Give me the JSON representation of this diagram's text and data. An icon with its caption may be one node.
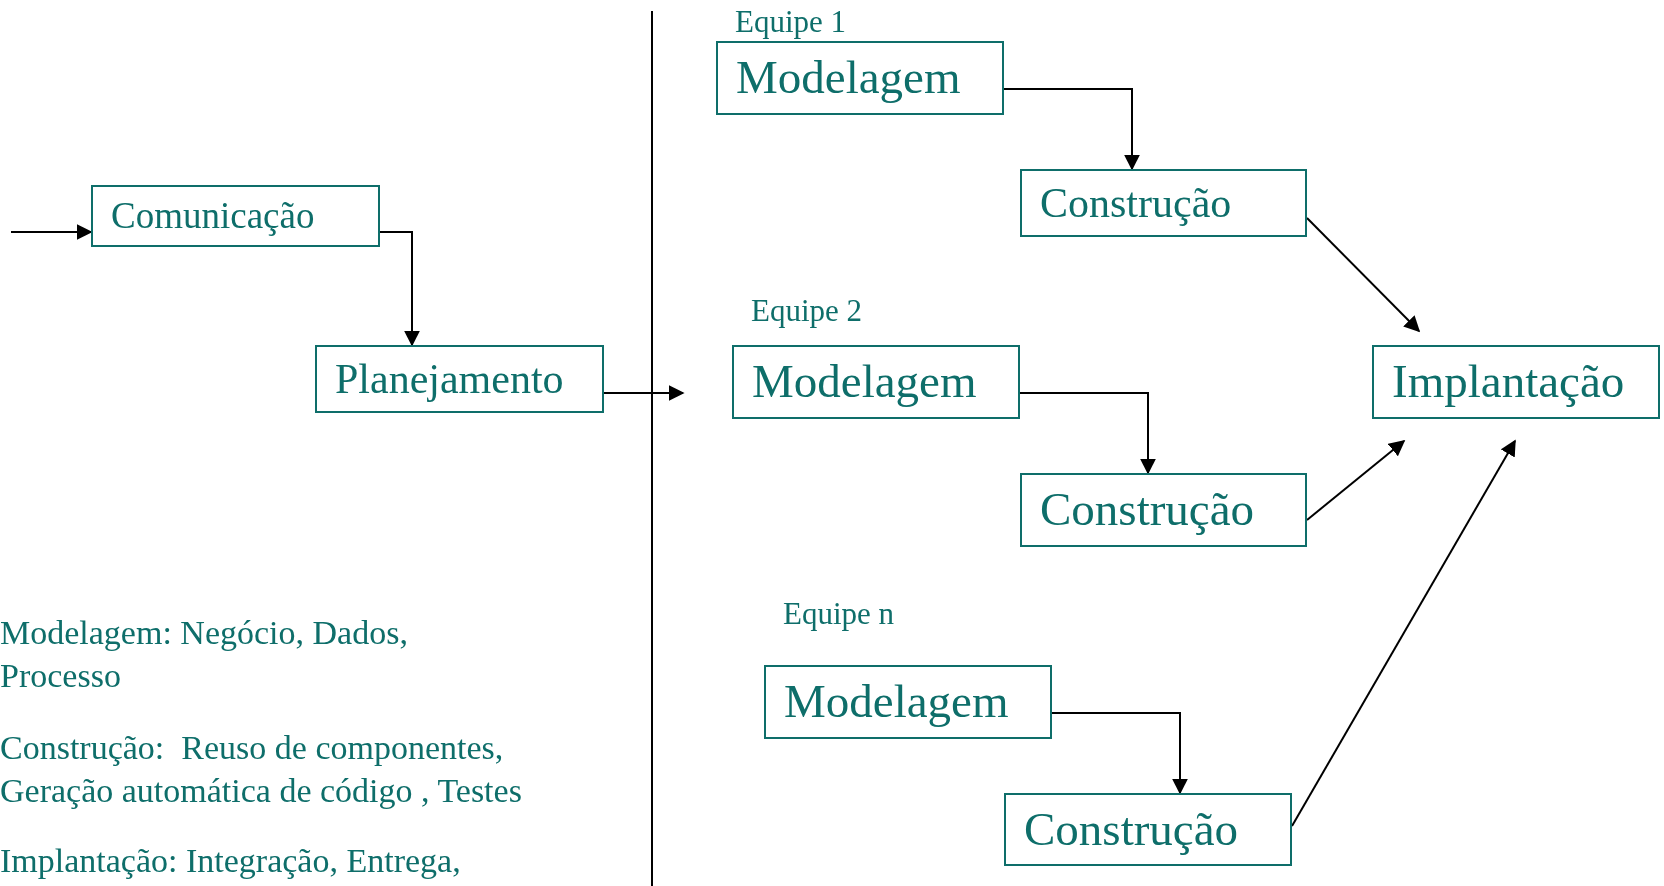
{
  "diagram": {
    "nodes": [
      {
        "text": [
          "Comunicação"
        ]
      },
      {
        "text": [
          "Planejamento"
        ]
      },
      {
        "text": [
          "Modelagem"
        ]
      },
      {
        "text": [
          "Construção"
        ]
      },
      {
        "text": [
          "Modelagem"
        ]
      },
      {
        "text": [
          "Construção"
        ]
      },
      {
        "text": [
          "Modelagem"
        ]
      },
      {
        "text": [
          "Construção"
        ]
      },
      {
        "text": [
          "Implantação"
        ]
      }
    ],
    "edges": [
      {
        "from": null,
        "to": 0,
        "arrow": "to"
      },
      {
        "from": 0,
        "to": 1,
        "arrow": "to"
      },
      {
        "from": 1,
        "to": null,
        "arrow": "to"
      },
      {
        "from": 2,
        "to": 3,
        "arrow": "to"
      },
      {
        "from": 3,
        "to": 8,
        "arrow": "to"
      },
      {
        "from": 4,
        "to": 5,
        "arrow": "to"
      },
      {
        "from": 5,
        "to": 8,
        "arrow": "to"
      },
      {
        "from": 6,
        "to": 7,
        "arrow": "to"
      },
      {
        "from": 7,
        "to": 8,
        "arrow": "to"
      }
    ],
    "labels": [
      "Equipe 1",
      "Equipe 2",
      "Equipe n",
      "Modelagem: Negócio, Dados, Processo",
      "Construção:  Reuso de componentes, Geração automática de código , Testes",
      "Implantação: Integração, Entrega,"
    ]
  }
}
